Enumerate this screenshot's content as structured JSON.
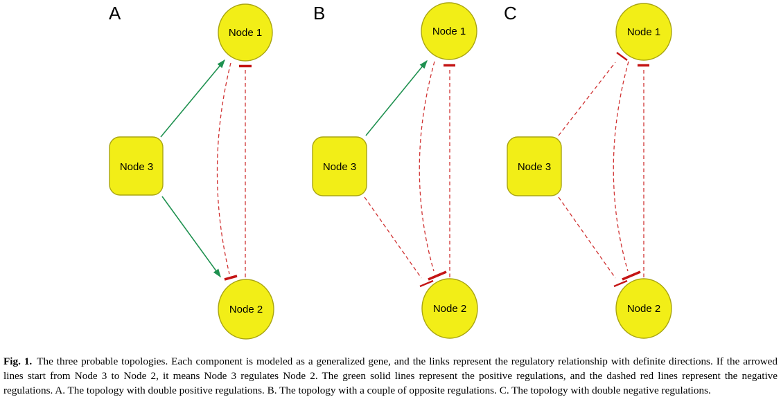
{
  "figure": {
    "colors": {
      "node_fill": "#f2ee17",
      "node_stroke": "#a9a512",
      "positive": "#1f9150",
      "negative": "#d03232",
      "tbar": "#c41515",
      "text": "#000000"
    },
    "panels": [
      {
        "label": "A",
        "nodes": {
          "node1": "Node 1",
          "node2": "Node 2",
          "node3": "Node 3"
        },
        "edges": [
          {
            "from": "Node 3",
            "to": "Node 1",
            "type": "positive",
            "style": "green-solid-arrow"
          },
          {
            "from": "Node 3",
            "to": "Node 2",
            "type": "positive",
            "style": "green-solid-arrow"
          },
          {
            "from": "Node 1",
            "to": "Node 2",
            "type": "negative",
            "style": "red-dashed-tbar"
          },
          {
            "from": "Node 2",
            "to": "Node 1",
            "type": "negative",
            "style": "red-dashed-tbar"
          }
        ]
      },
      {
        "label": "B",
        "nodes": {
          "node1": "Node 1",
          "node2": "Node 2",
          "node3": "Node 3"
        },
        "edges": [
          {
            "from": "Node 3",
            "to": "Node 1",
            "type": "positive",
            "style": "green-solid-arrow"
          },
          {
            "from": "Node 3",
            "to": "Node 2",
            "type": "negative",
            "style": "red-dashed-tbar"
          },
          {
            "from": "Node 1",
            "to": "Node 2",
            "type": "negative",
            "style": "red-dashed-tbar"
          },
          {
            "from": "Node 2",
            "to": "Node 1",
            "type": "negative",
            "style": "red-dashed-tbar"
          }
        ]
      },
      {
        "label": "C",
        "nodes": {
          "node1": "Node 1",
          "node2": "Node 2",
          "node3": "Node 3"
        },
        "edges": [
          {
            "from": "Node 3",
            "to": "Node 1",
            "type": "negative",
            "style": "red-dashed-tbar"
          },
          {
            "from": "Node 3",
            "to": "Node 2",
            "type": "negative",
            "style": "red-dashed-tbar"
          },
          {
            "from": "Node 1",
            "to": "Node 2",
            "type": "negative",
            "style": "red-dashed-tbar"
          },
          {
            "from": "Node 2",
            "to": "Node 1",
            "type": "negative",
            "style": "red-dashed-tbar"
          }
        ]
      }
    ]
  },
  "caption": {
    "label": "Fig. 1.",
    "text": "The three probable topologies. Each component is modeled as a generalized gene, and the links represent the regulatory relationship with definite directions. If the arrowed lines start from Node 3 to Node 2, it means Node 3 regulates Node 2. The green solid lines represent the positive regulations, and the dashed red lines represent the negative regulations. A. The topology with double positive regulations. B. The topology with a couple of opposite regulations. C. The topology with double negative regulations."
  }
}
